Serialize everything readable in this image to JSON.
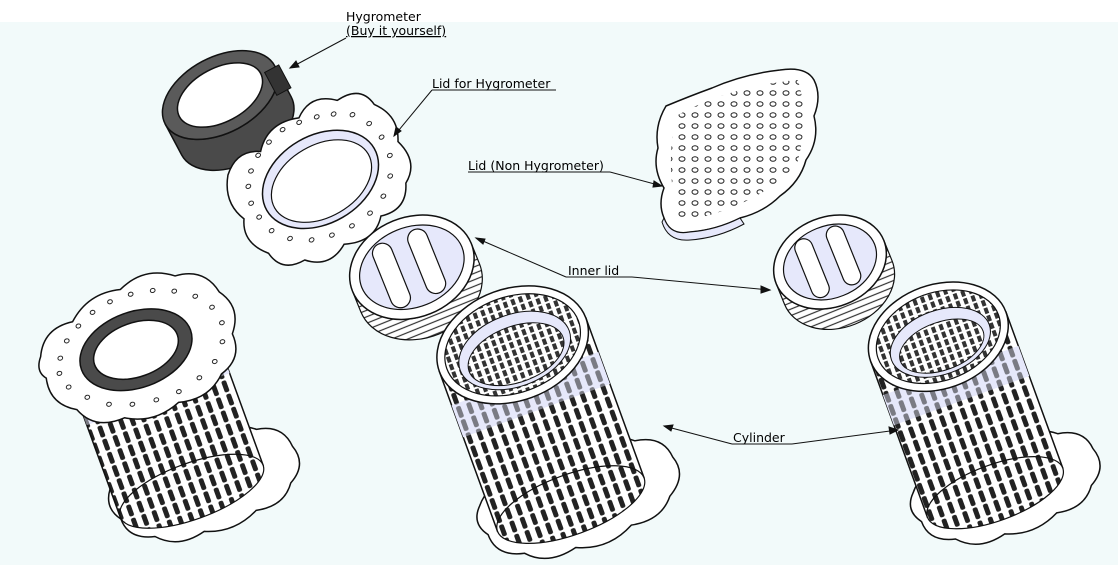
{
  "labels": {
    "hygrometer": "Hygrometer",
    "hygrometer_note": "(Buy it yourself)",
    "lid_hygrometer": "Lid for Hygrometer",
    "lid_non_hygrometer": "Lid (Non Hygrometer)",
    "inner_lid": "Inner lid",
    "cylinder": "Cylinder"
  },
  "colors": {
    "background_tint": "#f2fafa",
    "part_fill": "#ffffff",
    "part_shade": "#e6e8fb",
    "outline": "#1a1a1a",
    "hygrometer_body": "#4a4a4a",
    "label_text": "#000000"
  }
}
